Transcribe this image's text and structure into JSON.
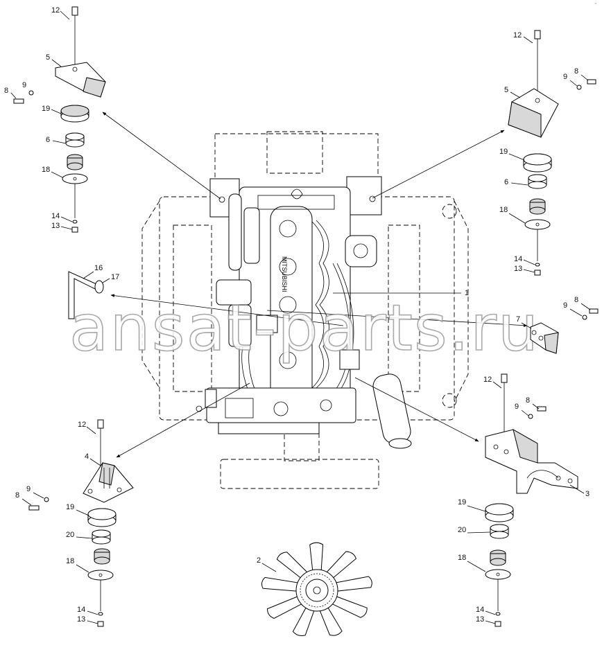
{
  "watermark": "ansat-parts.ru",
  "corner_code": "° ",
  "callouts": {
    "tl": {
      "c12": "12",
      "c5": "5",
      "c9": "9",
      "c8": "8",
      "c19": "19",
      "c6": "6",
      "c18": "18",
      "c14": "14",
      "c13": "13"
    },
    "tr": {
      "c12": "12",
      "c9": "9",
      "c8": "8",
      "c5": "5",
      "c19": "19",
      "c6": "6",
      "c18": "18",
      "c14": "14",
      "c13": "13"
    },
    "ml": {
      "c16": "16",
      "c17": "17"
    },
    "mr": {
      "c1": "1",
      "c9": "9",
      "c8": "8",
      "c7": "7"
    },
    "bl": {
      "c12": "12",
      "c4": "4",
      "c9": "9",
      "c8": "8",
      "c19": "19",
      "c20": "20",
      "c18": "18",
      "c14": "14",
      "c13": "13"
    },
    "br": {
      "c12": "12",
      "c8": "8",
      "c9": "9",
      "c3": "3",
      "c19": "19",
      "c20": "20",
      "c18": "18",
      "c14": "14",
      "c13": "13"
    },
    "bc": {
      "c2": "2"
    }
  }
}
